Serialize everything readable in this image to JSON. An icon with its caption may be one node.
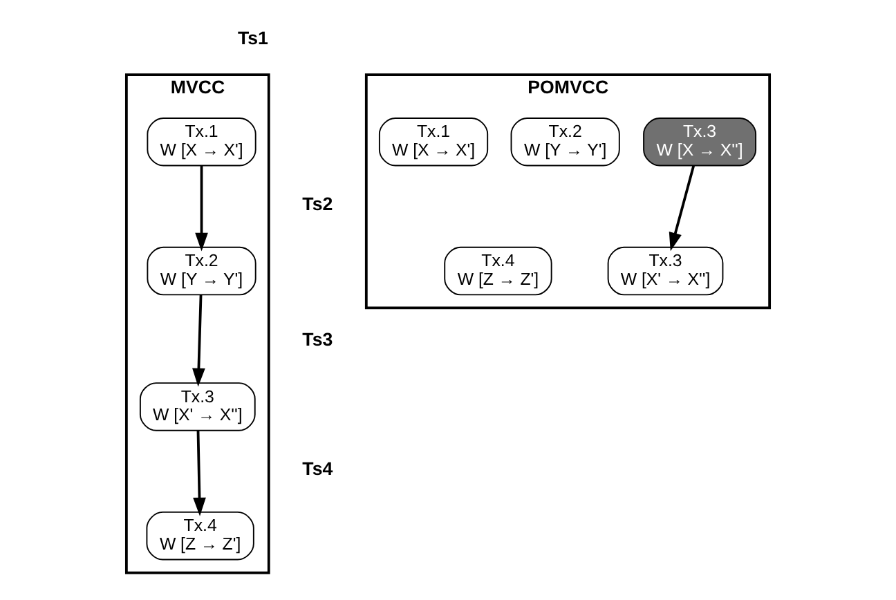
{
  "diagram": {
    "nodes": [
      {
        "text": [
          "MVCC"
        ]
      },
      {
        "text": [
          "POMVCC"
        ]
      },
      {
        "text": [
          "Tx.1",
          "W [X → X']"
        ],
        "in": 0
      },
      {
        "text": [
          "Tx.2",
          "W [Y → Y']"
        ],
        "in": 0
      },
      {
        "text": [
          "Tx.3",
          "W [X' → X'']"
        ],
        "in": 0
      },
      {
        "text": [
          "Tx.4",
          "W [Z → Z']"
        ],
        "in": 0
      },
      {
        "text": [
          "Tx.1",
          "W [X → X']"
        ],
        "in": 1
      },
      {
        "text": [
          "Tx.2",
          "W [Y → Y']"
        ],
        "in": 1
      },
      {
        "text": [
          "Tx.3",
          "W [X → X'']"
        ],
        "in": 1
      },
      {
        "text": [
          "Tx.4",
          "W [Z → Z']"
        ],
        "in": 1
      },
      {
        "text": [
          "Tx.3",
          "W [X' → X'']"
        ],
        "in": 1
      }
    ],
    "edges": [
      {
        "from": 2,
        "to": 3,
        "arrow": "to"
      },
      {
        "from": 3,
        "to": 4,
        "arrow": "to"
      },
      {
        "from": 4,
        "to": 5,
        "arrow": "to"
      },
      {
        "from": 8,
        "to": 10,
        "arrow": "to"
      }
    ],
    "labels": [
      "Ts1",
      "Ts2",
      "Ts3",
      "Ts4"
    ]
  }
}
